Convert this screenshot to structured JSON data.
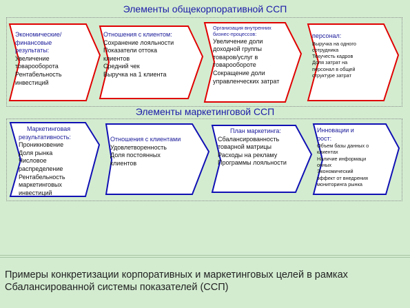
{
  "top_section": {
    "heading": "Элементы общекорпоративной ССП",
    "border_color": "#e00000",
    "boxes": [
      {
        "title": [
          "Экономические/",
          "финансовые",
          "результаты:"
        ],
        "lines": [
          "Увеличение",
          "товарооборота",
          "Рентабельность",
          "инвестиций"
        ]
      },
      {
        "title": [
          "Отношения с клиентом:"
        ],
        "lines": [
          "Сохранение лояльности",
          "Показатели оттока",
          "клиентов",
          "Средний чек",
          "Выручка на 1 клиента"
        ]
      },
      {
        "title": [
          "Организация внутренних",
          "бизнес-процессов:"
        ],
        "lines": [
          "Увеличение доли",
          "доходной группы",
          "товаров/услуг в",
          "товарообороте",
          "Сокращение доли",
          "управленческих затрат"
        ]
      },
      {
        "title": [
          "персонал:"
        ],
        "lines": [
          "Выручка на одного",
          "сотрудника",
          "Текучесть кадров",
          "Доля затрат на",
          "персонал в общей",
          "структуре затрат"
        ]
      }
    ]
  },
  "bottom_section": {
    "heading": "Элементы маркетинговой ССП",
    "border_color": "#1010b4",
    "boxes": [
      {
        "title": [
          "Маркетинговая",
          "результативность:"
        ],
        "lines": [
          "Проникновение",
          "Доля рынка",
          "Числовое",
          "распределение",
          "Рентабельность",
          "маркетинговых",
          "инвестиций"
        ]
      },
      {
        "title": [
          "Отношения с клиентами"
        ],
        "lines": [
          "Удовлетворенность",
          "Доля постоянных",
          "клиентов"
        ]
      },
      {
        "title": [
          "План маркетинга:"
        ],
        "lines": [
          "Сбалансированность",
          "товарной матрицы",
          "Расходы  на рекламу",
          "Программы лояльности"
        ]
      },
      {
        "title": [
          "Инновации и",
          "рост:"
        ],
        "lines": [
          "Объем базы данных о",
          "клиентах",
          "Наличие информаци",
          "онных",
          "Экономический",
          "эффект от внедрения",
          "мониторинга рынка"
        ]
      }
    ]
  },
  "caption": {
    "line1": "Примеры конкретизации корпоративных и маркетинговых целей в рамках",
    "line2": "Сбалансированной системы показателей (ССП)"
  }
}
